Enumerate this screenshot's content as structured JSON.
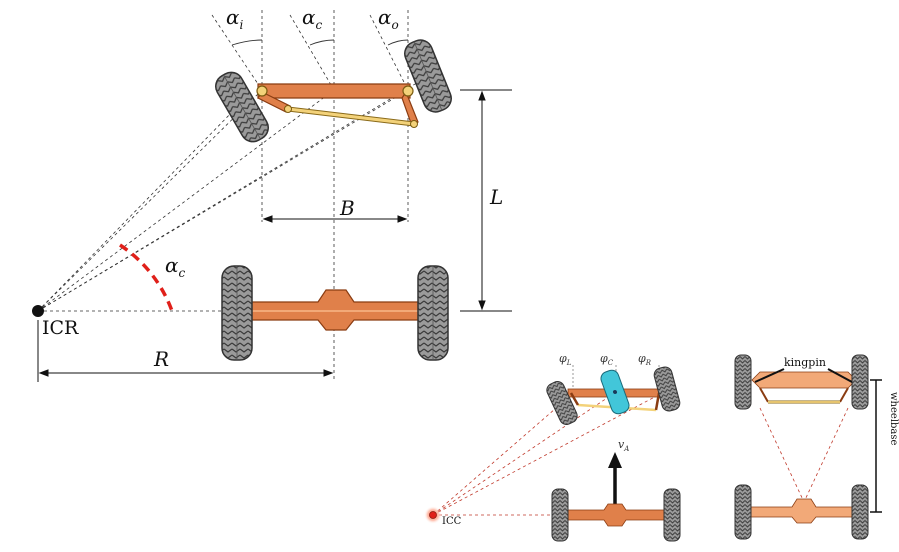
{
  "colors": {
    "chassis": "#e0804a",
    "chassis_dark": "#8a3c12",
    "chassis_light": "#f2a978",
    "tie_rod": "#f3d27a",
    "tire": "#9a9a9a",
    "tire_dark": "#444444",
    "accent_red": "#e0201a",
    "center_wheel": "#42c6d9",
    "guide_line": "#333333",
    "red_guide": "#c0392b",
    "icc_glow": "#ff9a8a"
  },
  "main_diagram": {
    "angle_inner": "α",
    "angle_inner_sub": "i",
    "angle_center": "α",
    "angle_center_sub": "c",
    "angle_outer": "α",
    "angle_outer_sub": "o",
    "track_label": "B",
    "wheelbase_label": "L",
    "radius_label": "R",
    "icr_label": "ICR",
    "arc_angle_label": "α",
    "arc_angle_sub": "c"
  },
  "inset_left": {
    "angle_left": "φ",
    "angle_left_sub": "L",
    "angle_center": "φ",
    "angle_center_sub": "C",
    "angle_right": "φ",
    "angle_right_sub": "R",
    "velocity_label": "v",
    "velocity_sub": "A",
    "icc_label": "ICC"
  },
  "inset_right": {
    "kingpin_label": "kingpin",
    "wheelbase_label": "wheelbase"
  }
}
